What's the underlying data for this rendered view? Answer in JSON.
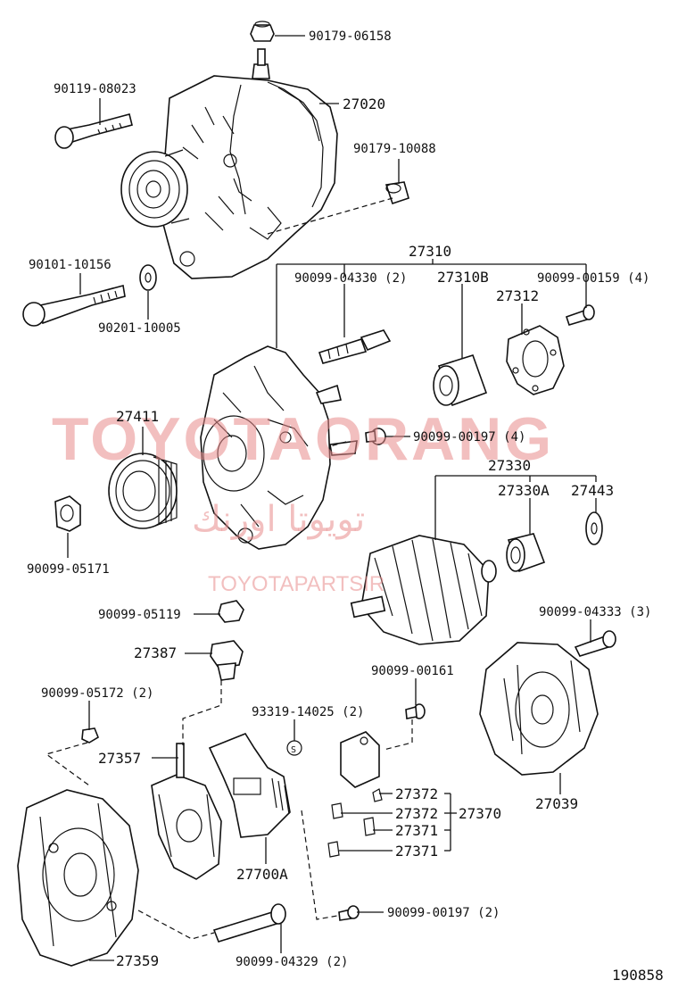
{
  "watermark": {
    "main": "TOYOTAORANG",
    "arabic": "تويوتا اورنك",
    "small": "TOYOTAPARTSIR"
  },
  "diagram_id": "190858",
  "labels": {
    "p90179_06158": "90179-06158",
    "p27020": "27020",
    "p90119_08023": "90119-08023",
    "p90179_10088": "90179-10088",
    "p90101_10156": "90101-10156",
    "p90201_10005": "90201-10005",
    "p27310": "27310",
    "p90099_04330": "90099-04330 (2)",
    "p27310B": "27310B",
    "p27312": "27312",
    "p90099_00159": "90099-00159 (4)",
    "p27411": "27411",
    "p90099_00197_4": "90099-00197 (4)",
    "p27330": "27330",
    "p27330A": "27330A",
    "p27443": "27443",
    "p90099_05171": "90099-05171",
    "p90099_05119": "90099-05119",
    "p90099_04333": "90099-04333 (3)",
    "p27387": "27387",
    "p90099_00161": "90099-00161",
    "p90099_05172": "90099-05172 (2)",
    "p93319_14025": "93319-14025 (2)",
    "p27357": "27357",
    "p27372a": "27372",
    "p27372b": "27372",
    "p27370": "27370",
    "p27371a": "27371",
    "p27371b": "27371",
    "p27039": "27039",
    "p27700A": "27700A",
    "p90099_00197_2": "90099-00197 (2)",
    "p90099_04329": "90099-04329 (2)",
    "p27359": "27359"
  }
}
